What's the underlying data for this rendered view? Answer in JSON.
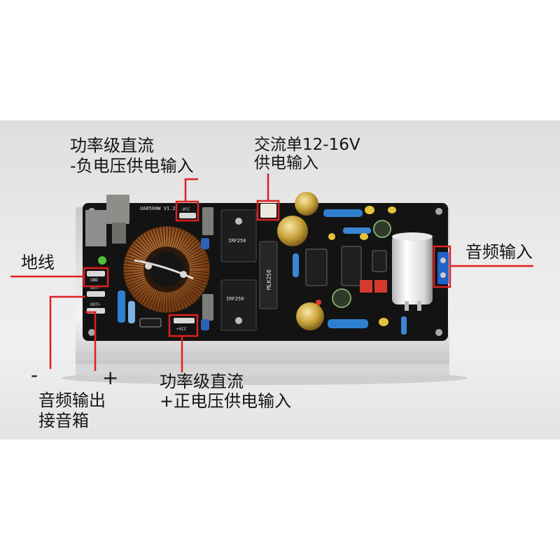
{
  "annotations": {
    "neg_supply": {
      "line1": "功率级直流",
      "line2": "-负电压供电输入"
    },
    "ac_supply": {
      "line1": "交流单12-16V",
      "line2": "供电输入"
    },
    "ground": {
      "label": "地线"
    },
    "audio_input": {
      "label": "音频输入"
    },
    "audio_output": {
      "minus": "-",
      "plus": "+",
      "line1": "音频输出",
      "line2": "接音箱"
    },
    "pos_supply": {
      "line1": "功率级直流",
      "line2": "+正电压供电输入"
    }
  },
  "board_markings": {
    "model": "UA0500W V1.2",
    "mosfet_top": "IRF250",
    "mosfet_bottom": "IRF250",
    "rectifier": "MLK250",
    "ground": "GND",
    "out_minus": "OUT-",
    "out_plus": "OUT+",
    "neg_vcc": "-VCC",
    "pos_vcc": "+VCC"
  },
  "colors": {
    "annotation_red": "#e01f1f",
    "pcb": "#131313",
    "heatsink": "#e2e2e2",
    "toroid_copper": "#c57a35",
    "resistor_blue": "#2f7fd0",
    "terminal_blue": "#1f62c9"
  }
}
